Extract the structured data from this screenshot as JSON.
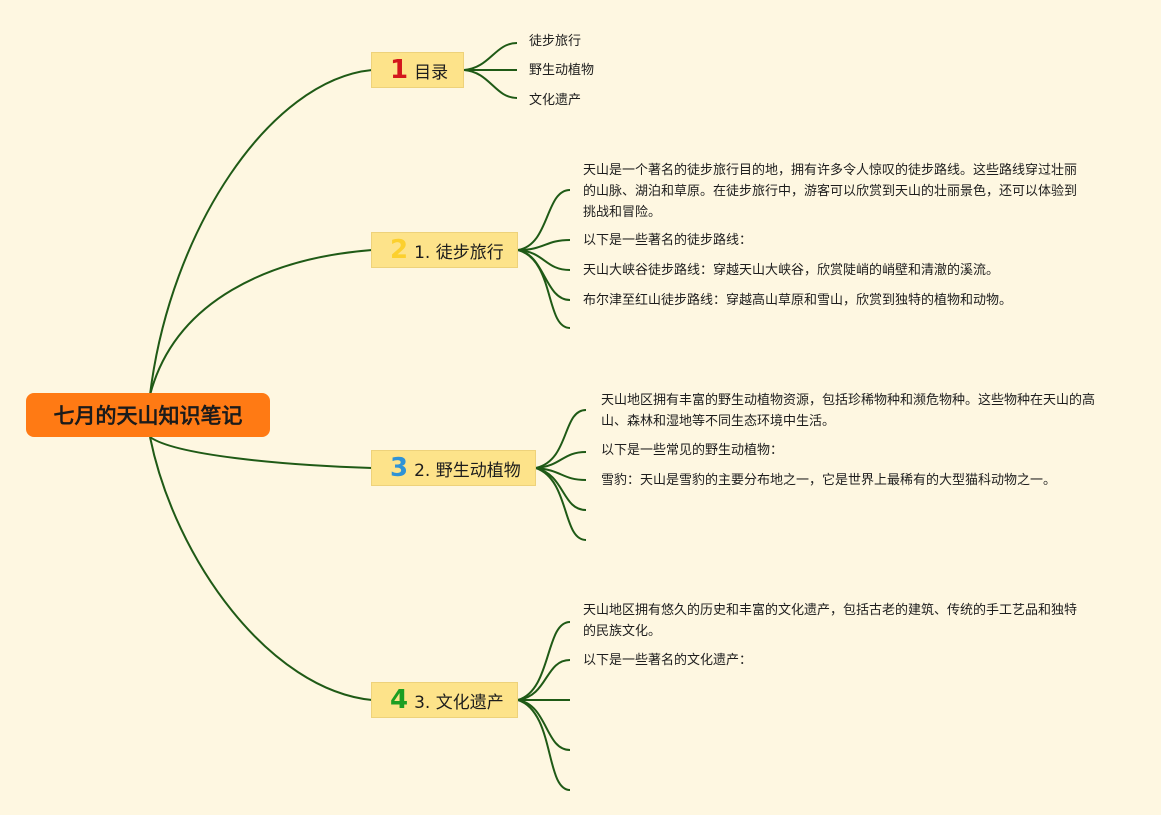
{
  "root": {
    "title": "七月的天山知识笔记"
  },
  "topics": [
    {
      "number": "1",
      "number_color": "#d3161c",
      "label": "目录",
      "leaves": [
        "徒步旅行",
        "野生动植物",
        "文化遗产"
      ]
    },
    {
      "number": "2",
      "number_color": "#fcd02e",
      "label": "1. 徒步旅行",
      "leaves": [
        "天山是一个著名的徒步旅行目的地，拥有许多令人惊叹的徒步路线。这些路线穿过壮丽的山脉、湖泊和草原。在徒步旅行中，游客可以欣赏到天山的壮丽景色，还可以体验到挑战和冒险。",
        "以下是一些著名的徒步路线：",
        "天山大峡谷徒步路线：穿越天山大峡谷，欣赏陡峭的峭壁和清澈的溪流。",
        "布尔津至红山徒步路线：穿越高山草原和雪山，欣赏到独特的植物和动物。"
      ]
    },
    {
      "number": "3",
      "number_color": "#2f93d6",
      "label": "2. 野生动植物",
      "leaves": [
        "天山地区拥有丰富的野生动植物资源，包括珍稀物种和濒危物种。这些物种在天山的高山、森林和湿地等不同生态环境中生活。",
        "以下是一些常见的野生动植物：",
        "雪豹：天山是雪豹的主要分布地之一，它是世界上最稀有的大型猫科动物之一。"
      ]
    },
    {
      "number": "4",
      "number_color": "#1c9e22",
      "label": "3. 文化遗产",
      "leaves": [
        "天山地区拥有悠久的历史和丰富的文化遗产，包括古老的建筑、传统的手工艺品和独特的民族文化。",
        "以下是一些著名的文化遗产："
      ]
    }
  ],
  "colors": {
    "background": "#fef7e1",
    "root": "#ff7a14",
    "topic": "#fde38a",
    "line": "#1f5a16"
  }
}
